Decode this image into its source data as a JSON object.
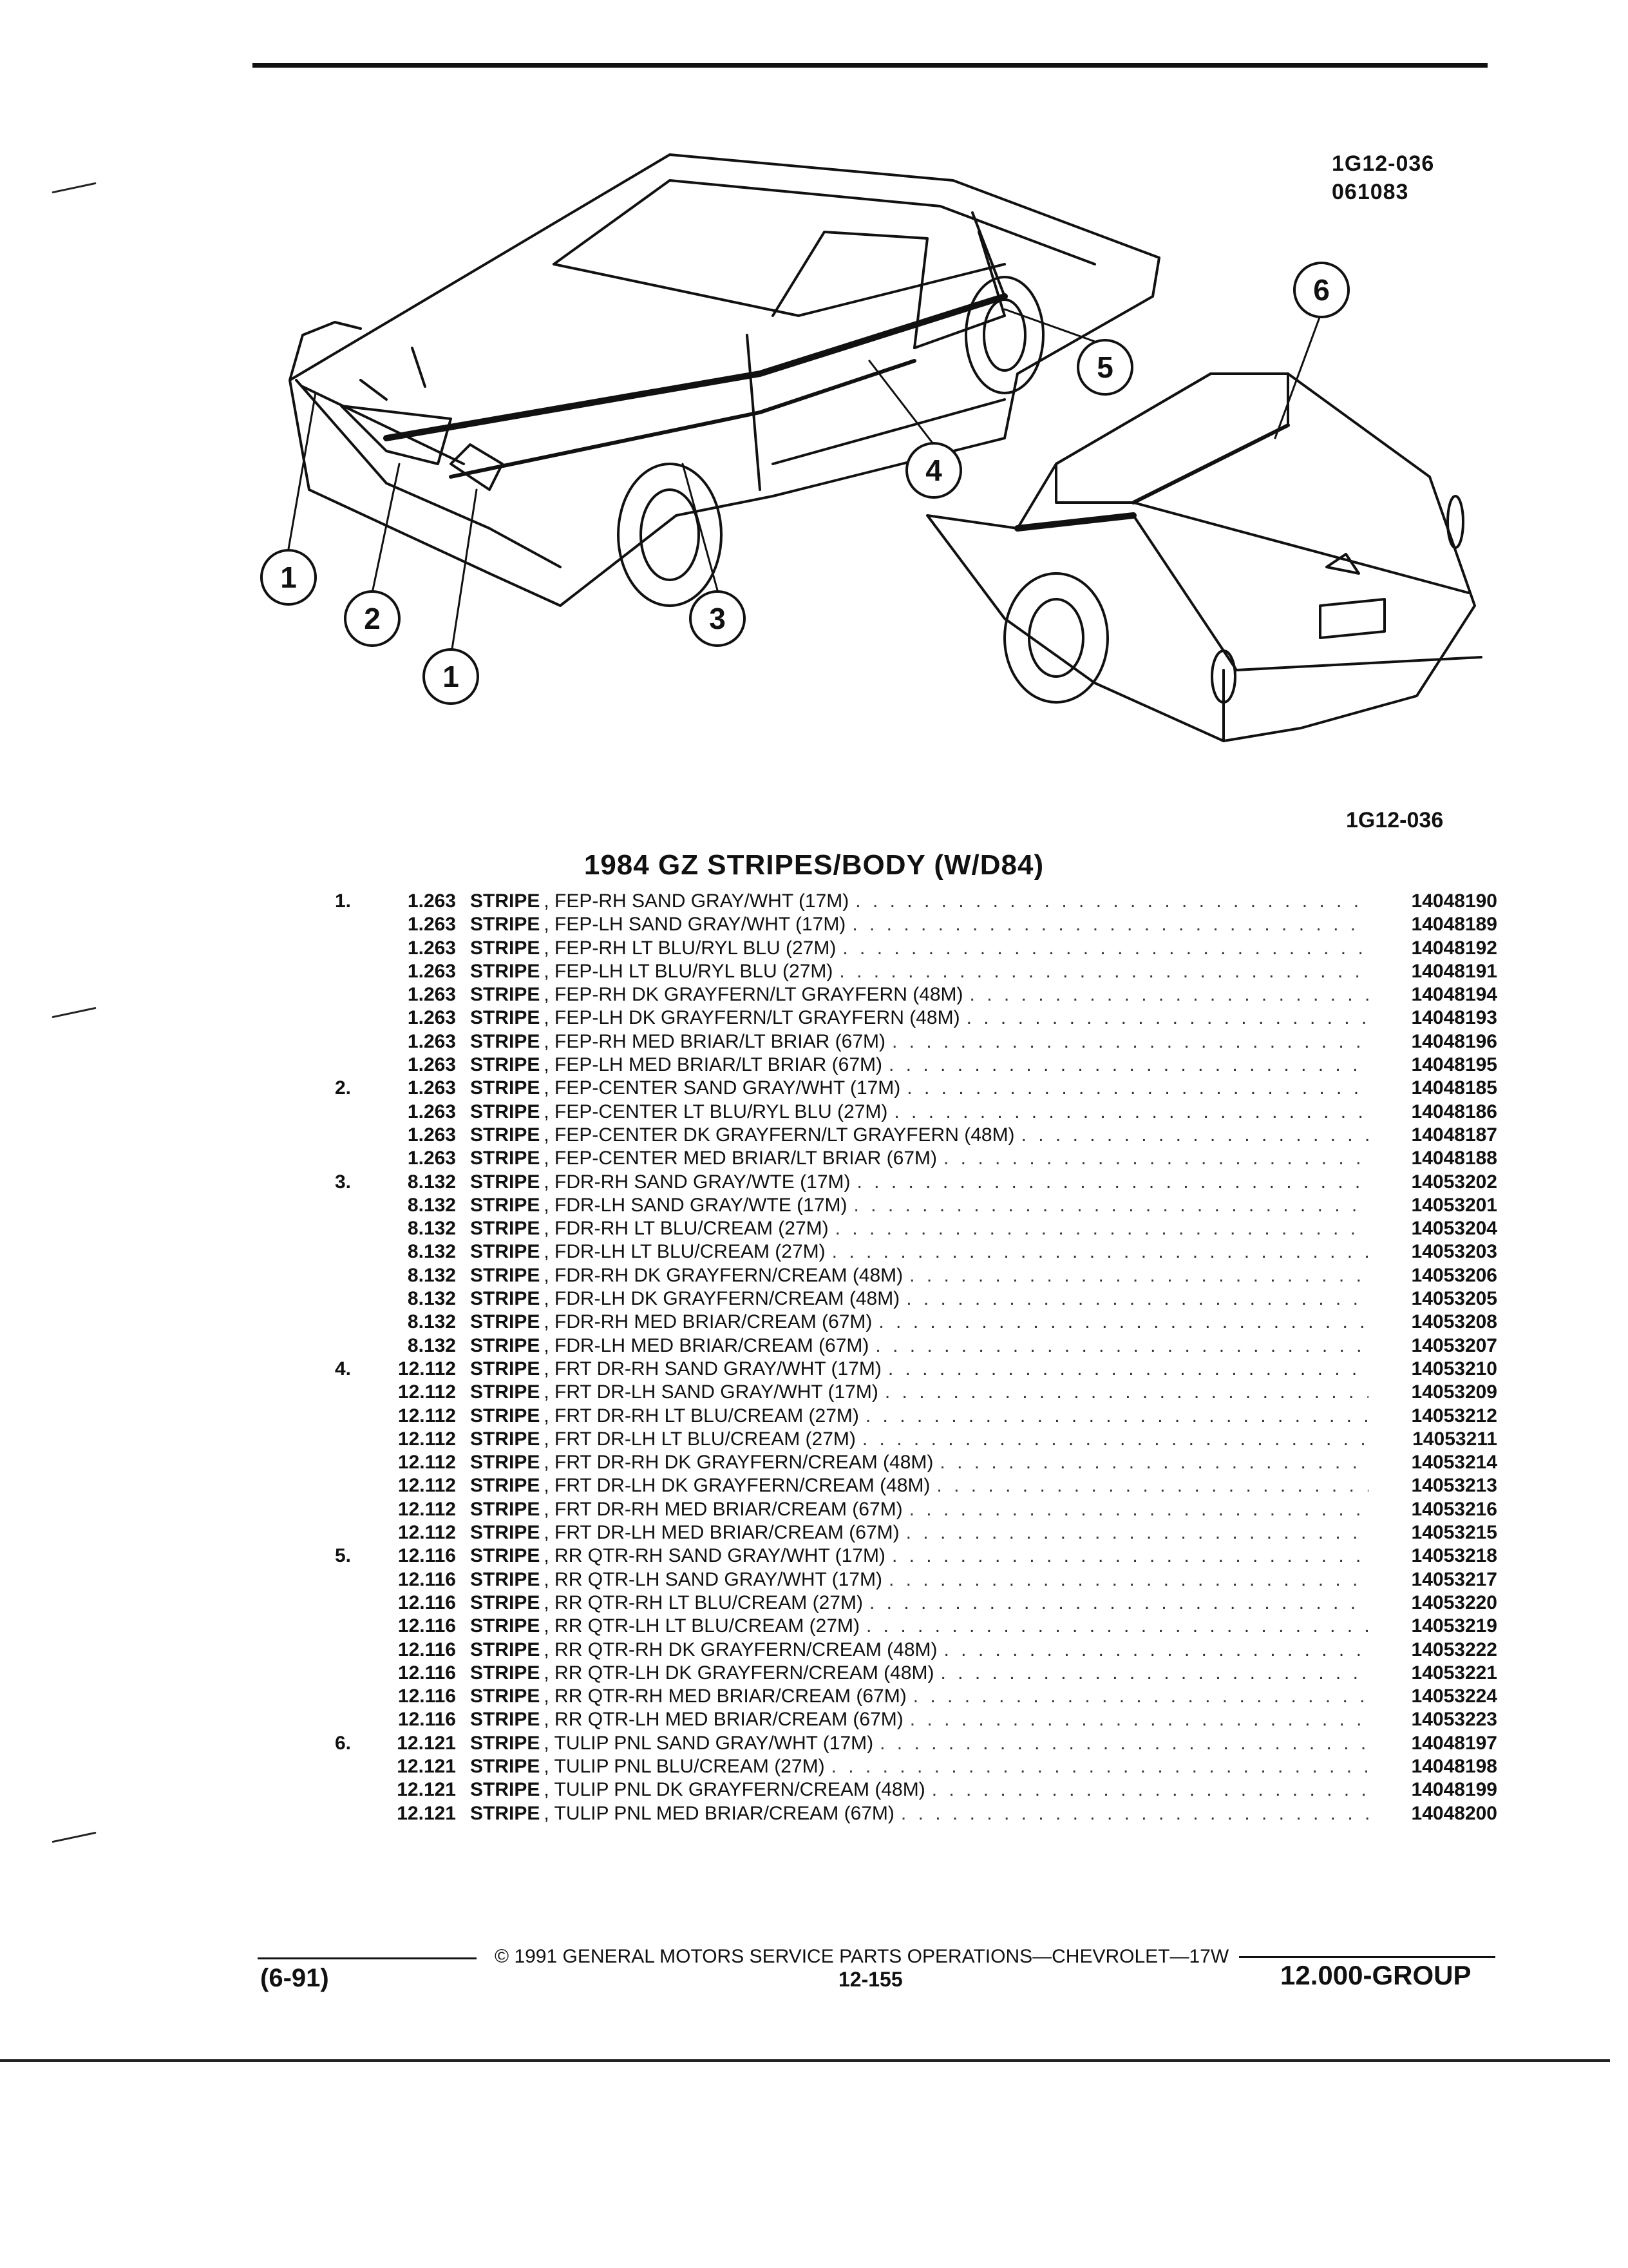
{
  "header": {
    "illustration_id": "1G12-036",
    "illustration_date": "061083",
    "illustration_caption": "1G12-036"
  },
  "callouts": [
    "1",
    "2",
    "3",
    "4",
    "5",
    "6"
  ],
  "section": {
    "title": "1984 GZ STRIPES/BODY (W/D84)"
  },
  "parts": [
    {
      "item": "1.",
      "ref": "1.263",
      "name": "STRIPE",
      "desc": ", FEP-RH SAND GRAY/WHT (17M)",
      "part": "14048190"
    },
    {
      "item": "",
      "ref": "1.263",
      "name": "STRIPE",
      "desc": ", FEP-LH SAND GRAY/WHT (17M)",
      "part": "14048189"
    },
    {
      "item": "",
      "ref": "1.263",
      "name": "STRIPE",
      "desc": ", FEP-RH LT BLU/RYL BLU (27M)",
      "part": "14048192"
    },
    {
      "item": "",
      "ref": "1.263",
      "name": "STRIPE",
      "desc": ", FEP-LH LT BLU/RYL BLU (27M)",
      "part": "14048191"
    },
    {
      "item": "",
      "ref": "1.263",
      "name": "STRIPE",
      "desc": ", FEP-RH DK GRAYFERN/LT GRAYFERN (48M)",
      "part": "14048194"
    },
    {
      "item": "",
      "ref": "1.263",
      "name": "STRIPE",
      "desc": ", FEP-LH DK GRAYFERN/LT GRAYFERN (48M)",
      "part": "14048193"
    },
    {
      "item": "",
      "ref": "1.263",
      "name": "STRIPE",
      "desc": ", FEP-RH MED BRIAR/LT BRIAR (67M)",
      "part": "14048196"
    },
    {
      "item": "",
      "ref": "1.263",
      "name": "STRIPE",
      "desc": ", FEP-LH MED BRIAR/LT BRIAR (67M)",
      "part": "14048195"
    },
    {
      "item": "2.",
      "ref": "1.263",
      "name": "STRIPE",
      "desc": ", FEP-CENTER SAND GRAY/WHT (17M)",
      "part": "14048185"
    },
    {
      "item": "",
      "ref": "1.263",
      "name": "STRIPE",
      "desc": ", FEP-CENTER LT BLU/RYL BLU (27M)",
      "part": "14048186"
    },
    {
      "item": "",
      "ref": "1.263",
      "name": "STRIPE",
      "desc": ", FEP-CENTER DK GRAYFERN/LT GRAYFERN (48M)",
      "part": "14048187"
    },
    {
      "item": "",
      "ref": "1.263",
      "name": "STRIPE",
      "desc": ", FEP-CENTER MED BRIAR/LT BRIAR (67M)",
      "part": "14048188"
    },
    {
      "item": "3.",
      "ref": "8.132",
      "name": "STRIPE",
      "desc": ", FDR-RH SAND GRAY/WTE (17M)",
      "part": "14053202"
    },
    {
      "item": "",
      "ref": "8.132",
      "name": "STRIPE",
      "desc": ", FDR-LH SAND GRAY/WTE (17M)",
      "part": "14053201"
    },
    {
      "item": "",
      "ref": "8.132",
      "name": "STRIPE",
      "desc": ", FDR-RH LT BLU/CREAM (27M)",
      "part": "14053204"
    },
    {
      "item": "",
      "ref": "8.132",
      "name": "STRIPE",
      "desc": ", FDR-LH LT BLU/CREAM (27M)",
      "part": "14053203"
    },
    {
      "item": "",
      "ref": "8.132",
      "name": "STRIPE",
      "desc": ", FDR-RH DK GRAYFERN/CREAM (48M)",
      "part": "14053206"
    },
    {
      "item": "",
      "ref": "8.132",
      "name": "STRIPE",
      "desc": ", FDR-LH DK GRAYFERN/CREAM (48M)",
      "part": "14053205"
    },
    {
      "item": "",
      "ref": "8.132",
      "name": "STRIPE",
      "desc": ", FDR-RH MED BRIAR/CREAM (67M)",
      "part": "14053208"
    },
    {
      "item": "",
      "ref": "8.132",
      "name": "STRIPE",
      "desc": ", FDR-LH MED BRIAR/CREAM (67M)",
      "part": "14053207"
    },
    {
      "item": "4.",
      "ref": "12.112",
      "name": "STRIPE",
      "desc": ", FRT DR-RH SAND GRAY/WHT (17M)",
      "part": "14053210"
    },
    {
      "item": "",
      "ref": "12.112",
      "name": "STRIPE",
      "desc": ", FRT DR-LH SAND GRAY/WHT (17M)",
      "part": "14053209"
    },
    {
      "item": "",
      "ref": "12.112",
      "name": "STRIPE",
      "desc": ", FRT DR-RH LT BLU/CREAM (27M)",
      "part": "14053212"
    },
    {
      "item": "",
      "ref": "12.112",
      "name": "STRIPE",
      "desc": ", FRT DR-LH LT BLU/CREAM (27M)",
      "part": "14053211"
    },
    {
      "item": "",
      "ref": "12.112",
      "name": "STRIPE",
      "desc": ", FRT DR-RH DK GRAYFERN/CREAM (48M)",
      "part": "14053214"
    },
    {
      "item": "",
      "ref": "12.112",
      "name": "STRIPE",
      "desc": ", FRT DR-LH DK GRAYFERN/CREAM (48M)",
      "part": "14053213"
    },
    {
      "item": "",
      "ref": "12.112",
      "name": "STRIPE",
      "desc": ", FRT DR-RH MED BRIAR/CREAM (67M)",
      "part": "14053216"
    },
    {
      "item": "",
      "ref": "12.112",
      "name": "STRIPE",
      "desc": ", FRT DR-LH MED BRIAR/CREAM (67M)",
      "part": "14053215"
    },
    {
      "item": "5.",
      "ref": "12.116",
      "name": "STRIPE",
      "desc": ", RR QTR-RH SAND GRAY/WHT (17M)",
      "part": "14053218"
    },
    {
      "item": "",
      "ref": "12.116",
      "name": "STRIPE",
      "desc": ", RR QTR-LH SAND GRAY/WHT (17M)",
      "part": "14053217"
    },
    {
      "item": "",
      "ref": "12.116",
      "name": "STRIPE",
      "desc": ", RR QTR-RH LT BLU/CREAM (27M)",
      "part": "14053220"
    },
    {
      "item": "",
      "ref": "12.116",
      "name": "STRIPE",
      "desc": ", RR QTR-LH LT BLU/CREAM (27M)",
      "part": "14053219"
    },
    {
      "item": "",
      "ref": "12.116",
      "name": "STRIPE",
      "desc": ", RR QTR-RH DK GRAYFERN/CREAM (48M)",
      "part": "14053222"
    },
    {
      "item": "",
      "ref": "12.116",
      "name": "STRIPE",
      "desc": ", RR QTR-LH DK GRAYFERN/CREAM (48M)",
      "part": "14053221"
    },
    {
      "item": "",
      "ref": "12.116",
      "name": "STRIPE",
      "desc": ", RR QTR-RH MED BRIAR/CREAM (67M)",
      "part": "14053224"
    },
    {
      "item": "",
      "ref": "12.116",
      "name": "STRIPE",
      "desc": ", RR QTR-LH MED BRIAR/CREAM (67M)",
      "part": "14053223"
    },
    {
      "item": "6.",
      "ref": "12.121",
      "name": "STRIPE",
      "desc": ", TULIP PNL SAND GRAY/WHT (17M)",
      "part": "14048197"
    },
    {
      "item": "",
      "ref": "12.121",
      "name": "STRIPE",
      "desc": ", TULIP PNL BLU/CREAM (27M)",
      "part": "14048198"
    },
    {
      "item": "",
      "ref": "12.121",
      "name": "STRIPE",
      "desc": ", TULIP PNL DK GRAYFERN/CREAM (48M)",
      "part": "14048199"
    },
    {
      "item": "",
      "ref": "12.121",
      "name": "STRIPE",
      "desc": ", TULIP PNL MED BRIAR/CREAM (67M)",
      "part": "14048200"
    }
  ],
  "footer": {
    "copyright": "© 1991 GENERAL MOTORS SERVICE PARTS OPERATIONS—CHEVROLET—17W",
    "revision": "(6-91)",
    "page": "12-155",
    "group": "12.000-GROUP"
  }
}
